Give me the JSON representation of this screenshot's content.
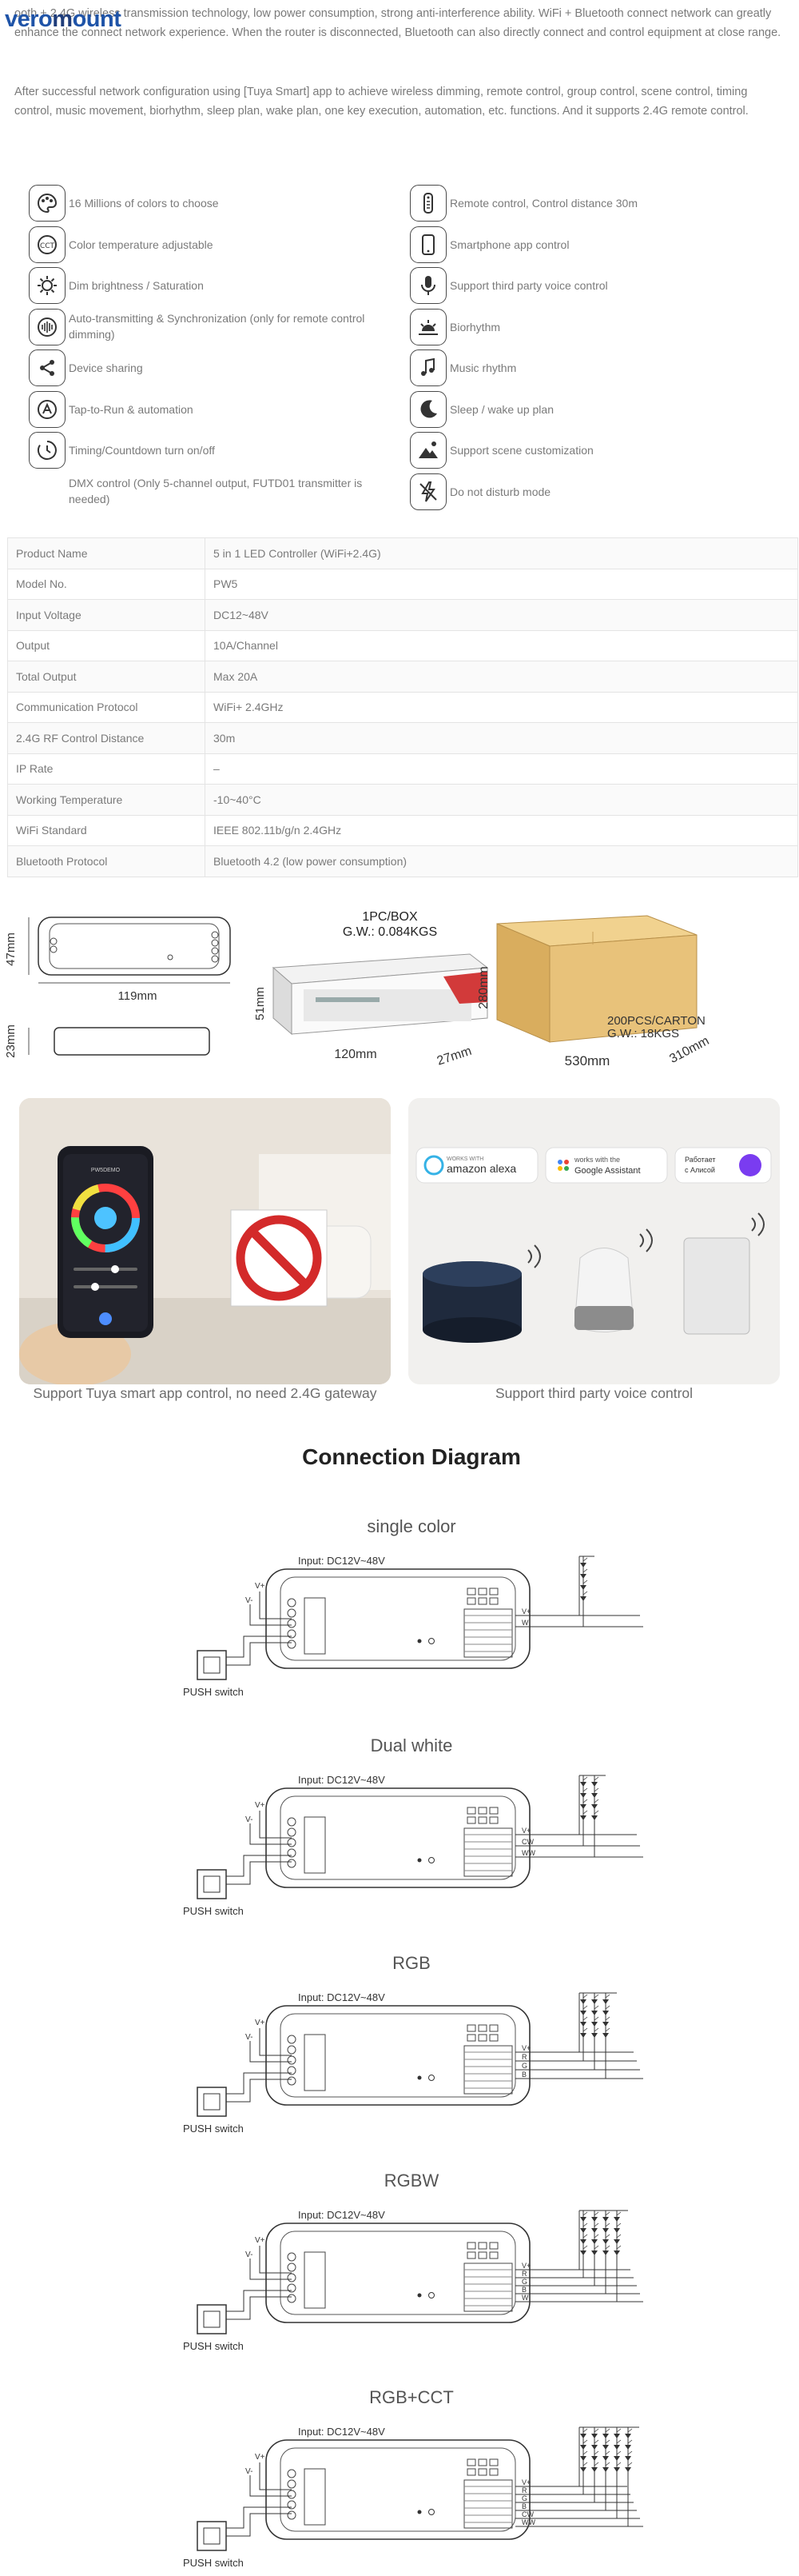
{
  "brand": {
    "part1": "vero",
    "part2": "m",
    "part3": "ount"
  },
  "intro": {
    "p1": "ooth + 2.4G wireless transmission technology, low power consumption, strong anti-interference ability. WiFi + Bluetooth connect network can greatly enhance the connect network experience. When the router is disconnected, Bluetooth can also directly connect and control equipment at close range.",
    "p2": "After successful network configuration using [Tuya Smart] app to achieve wireless dimming, remote control, group control, scene control, timing control, music movement, biorhythm, sleep plan, wake plan, one key execution, automation, etc. functions. And it supports 2.4G remote control."
  },
  "features_left": [
    {
      "icon": "palette-icon",
      "label": "16 Millions of colors to choose"
    },
    {
      "icon": "cct-icon",
      "label": "Color temperature adjustable"
    },
    {
      "icon": "brightness-icon",
      "label": "Dim brightness / Saturation"
    },
    {
      "icon": "sync-icon",
      "label": "Auto-transmitting & Synchronization (only for remote control dimming)"
    },
    {
      "icon": "share-icon",
      "label": "Device sharing"
    },
    {
      "icon": "tap-to-run-icon",
      "label": "Tap-to-Run & automation"
    },
    {
      "icon": "timer-icon",
      "label": "Timing/Countdown turn on/off"
    },
    {
      "icon": "",
      "label": "DMX control (Only 5-channel output, FUTD01 transmitter is needed)"
    }
  ],
  "features_right": [
    {
      "icon": "remote-icon",
      "label": "Remote control, Control distance 30m"
    },
    {
      "icon": "smartphone-icon",
      "label": "Smartphone app control"
    },
    {
      "icon": "microphone-icon",
      "label": "Support third party voice control"
    },
    {
      "icon": "sunrise-icon",
      "label": "Biorhythm"
    },
    {
      "icon": "music-note-icon",
      "label": "Music rhythm"
    },
    {
      "icon": "moon-icon",
      "label": "Sleep / wake up plan"
    },
    {
      "icon": "mountain-icon",
      "label": "Support scene customization"
    },
    {
      "icon": "no-disturb-icon",
      "label": "Do not disturb mode"
    }
  ],
  "specs": [
    [
      "Product Name",
      "5 in 1 LED Controller (WiFi+2.4G)"
    ],
    [
      "Model No.",
      "PW5"
    ],
    [
      "Input Voltage",
      "DC12~48V"
    ],
    [
      "Output",
      "10A/Channel"
    ],
    [
      "Total Output",
      "Max 20A"
    ],
    [
      "Communication Protocol",
      "WiFi+ 2.4GHz"
    ],
    [
      "2.4G RF Control Distance",
      "30m"
    ],
    [
      "IP Rate",
      "–"
    ],
    [
      "Working Temperature",
      "-10~40°C"
    ],
    [
      "WiFi Standard",
      "IEEE 802.11b/g/n 2.4GHz"
    ],
    [
      "Bluetooth Protocol",
      "Bluetooth 4.2 (low power consumption)"
    ]
  ],
  "dimensions": {
    "height1": "47mm",
    "width1": "119mm",
    "height2": "23mm",
    "box_label": "1PC/BOX",
    "box_weight": "G.W.: 0.084KGS",
    "box_h": "51mm",
    "box_w": "120mm",
    "box_d": "27mm",
    "carton_label": "200PCS/CARTON",
    "carton_weight": "G.W.: 18KGS",
    "carton_h": "280mm",
    "carton_w": "530mm",
    "carton_d": "310mm"
  },
  "photos": {
    "left_caption": "Support Tuya smart app control, no need 2.4G gateway",
    "right_caption": "Support third party voice control",
    "alexa_small": "WORKS WITH",
    "alexa": "amazon alexa",
    "google_small": "works with the",
    "google": "Google Assistant",
    "alice_line1": "Работает",
    "alice_line2": "с Алисой",
    "phone_app_title": "PW5DEMO"
  },
  "connection": {
    "title": "Connection Diagram",
    "input_label": "Input: DC12V~48V",
    "switch_label": "PUSH switch",
    "diagrams": [
      {
        "title": "single color",
        "wires": [
          "V+",
          "W"
        ]
      },
      {
        "title": "Dual white",
        "wires": [
          "V+",
          "CW",
          "WW"
        ]
      },
      {
        "title": "RGB",
        "wires": [
          "V+",
          "R",
          "G",
          "B"
        ]
      },
      {
        "title": "RGBW",
        "wires": [
          "V+",
          "R",
          "G",
          "B",
          "W"
        ]
      },
      {
        "title": "RGB+CCT",
        "wires": [
          "V+",
          "R",
          "G",
          "B",
          "CW",
          "WW"
        ]
      }
    ]
  },
  "colors": {
    "text": "#7a7a7a",
    "brand": "#1f54a8",
    "carton": "#e8c27a"
  }
}
